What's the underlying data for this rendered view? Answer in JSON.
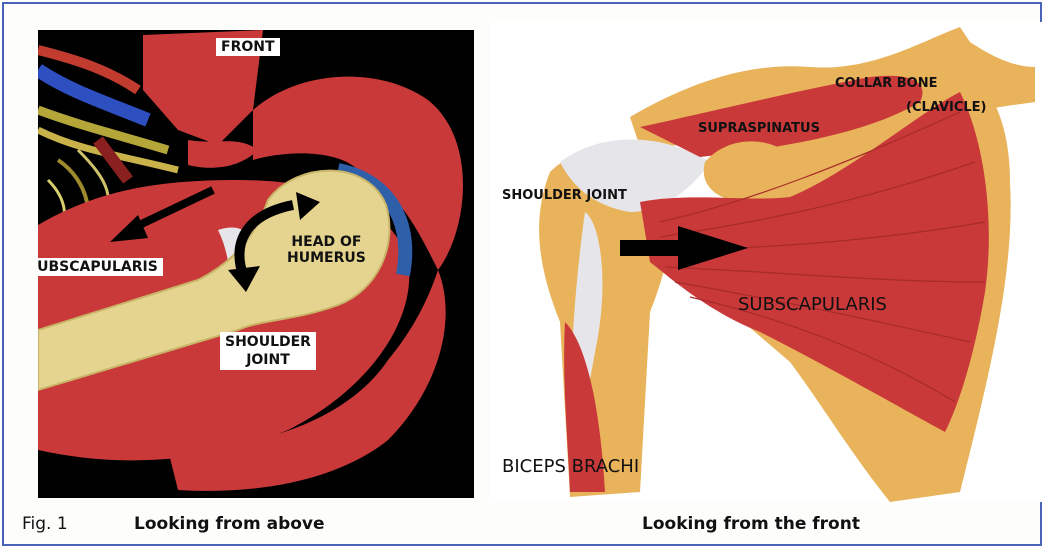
{
  "labels": {
    "front": "FRONT",
    "subscapularis_left": "SUBSCAPULARIS",
    "head_of_humerus_line1": "HEAD OF",
    "head_of_humerus_line2": "HUMERUS",
    "shoulder_joint_left_line1": "SHOULDER",
    "shoulder_joint_left_line2": "JOINT",
    "collar_bone": "COLLAR BONE",
    "clavicle": "(CLAVICLE)",
    "supraspinatus": "SUPRASPINATUS",
    "shoulder_joint_right": "SHOULDER JOINT",
    "subscapularis_right": "SUBSCAPULARIS",
    "biceps_brachi": "BICEPS BRACHI"
  },
  "caption": {
    "fig_number": "Fig. 1",
    "left_view": "Looking from above",
    "right_view": "Looking from the front"
  },
  "colors": {
    "frame_border": "#4a62b8",
    "muscle_red": "#c9393a",
    "bone_yellow": "#e8b35a",
    "cartilage_blue": "#2f5fa8",
    "joint_white": "#e6e6ea"
  }
}
